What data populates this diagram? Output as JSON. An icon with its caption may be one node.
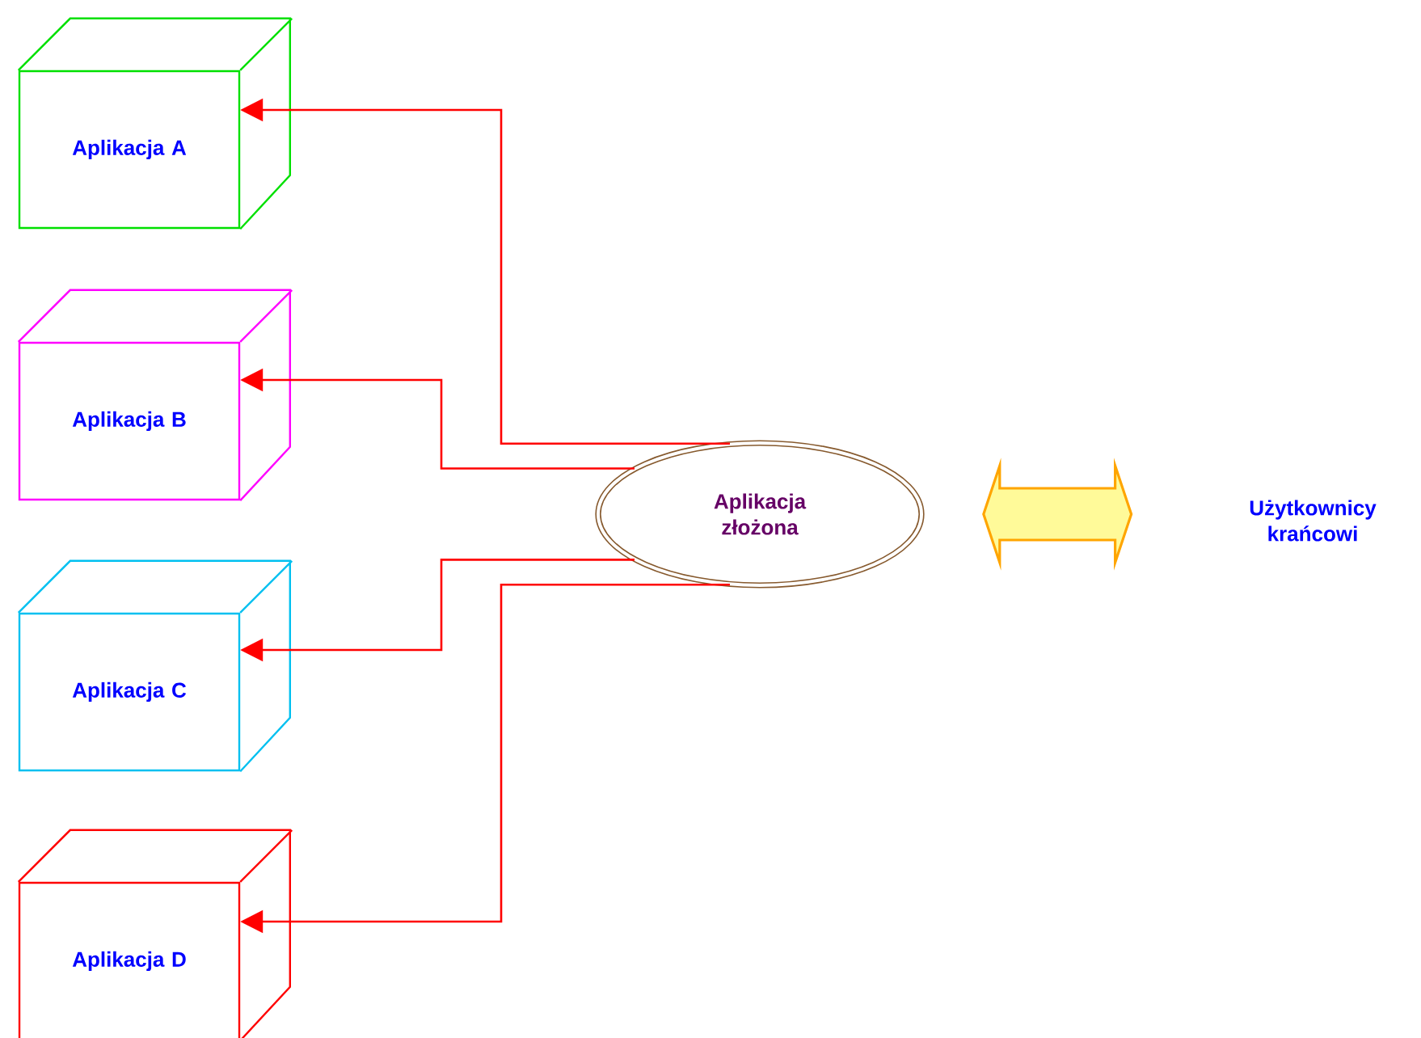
{
  "diagram": {
    "nodes": [
      {
        "text": [
          "Aplikacja A"
        ]
      },
      {
        "text": [
          "Aplikacja B"
        ]
      },
      {
        "text": [
          "Aplikacja C"
        ]
      },
      {
        "text": [
          "Aplikacja D"
        ]
      },
      {
        "text": [
          "Aplikacja złożona"
        ]
      },
      {
        "text": [
          "Użytkownicy krańcowi"
        ]
      }
    ],
    "edges": [
      {
        "from": 4,
        "to": 0,
        "arrow": "to"
      },
      {
        "from": 4,
        "to": 1,
        "arrow": "to"
      },
      {
        "from": 4,
        "to": 2,
        "arrow": "to"
      },
      {
        "from": 4,
        "to": 3,
        "arrow": "to"
      },
      {
        "from": 4,
        "to": 5,
        "arrow": "both",
        "style": "thick",
        "color": "#ffa500"
      }
    ]
  }
}
